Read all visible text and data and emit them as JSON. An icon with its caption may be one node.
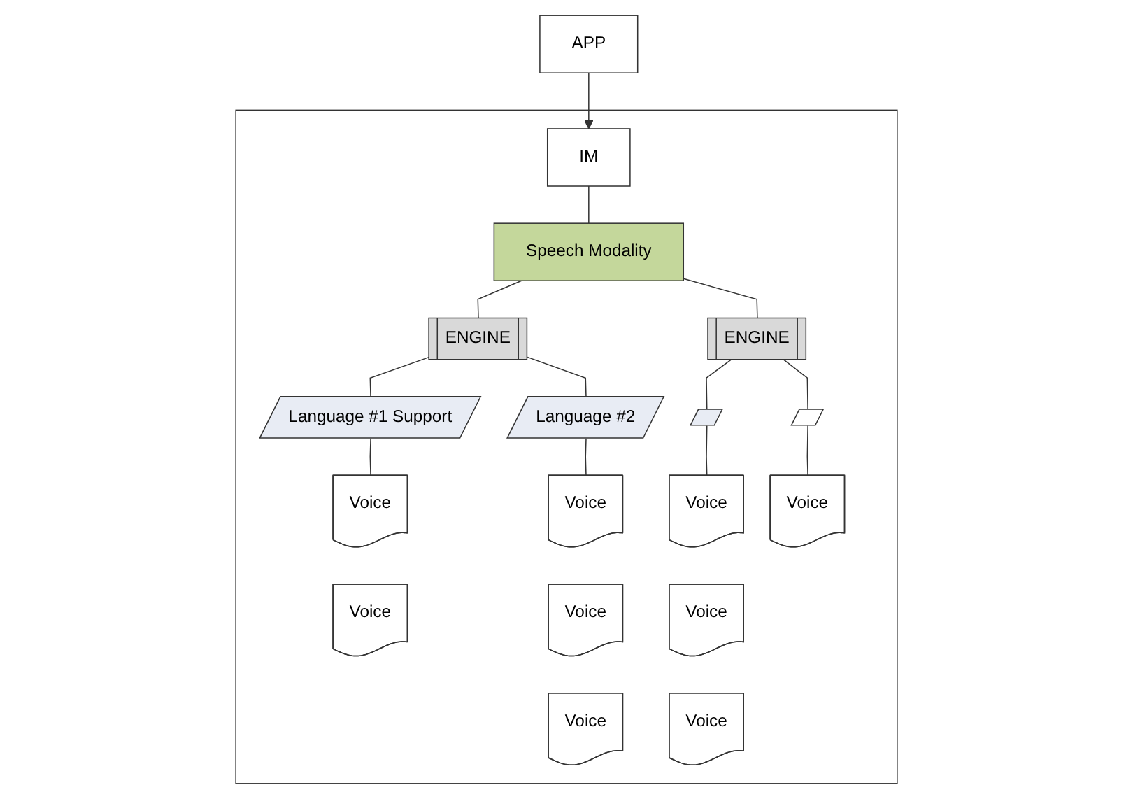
{
  "diagram": {
    "nodes": [
      {
        "text": [
          "APP"
        ]
      },
      {
        "text": [],
        "shape": "box"
      },
      {
        "text": [
          "IM"
        ],
        "in": 1
      },
      {
        "text": [
          "Speech Modality"
        ],
        "in": 1
      },
      {
        "text": [
          "ENGINE"
        ],
        "in": 1
      },
      {
        "text": [
          "ENGINE"
        ],
        "in": 1
      },
      {
        "text": [
          "Language #1 Support"
        ],
        "in": 1
      },
      {
        "text": [
          "Language #2"
        ],
        "in": 1
      },
      {
        "text": [],
        "shape": "parallelogram",
        "in": 1
      },
      {
        "text": [],
        "shape": "parallelogram",
        "in": 1
      },
      {
        "text": [
          "Voice"
        ],
        "in": 1
      },
      {
        "text": [
          "Voice"
        ],
        "in": 1
      },
      {
        "text": [
          "Voice"
        ],
        "in": 1
      },
      {
        "text": [
          "Voice"
        ],
        "in": 1
      },
      {
        "text": [
          "Voice"
        ],
        "in": 1
      },
      {
        "text": [
          "Voice"
        ],
        "in": 1
      },
      {
        "text": [
          "Voice"
        ],
        "in": 1
      },
      {
        "text": [
          "Voice"
        ],
        "in": 1
      },
      {
        "text": [
          "Voice"
        ],
        "in": 1
      }
    ],
    "edges": [
      {
        "from": 0,
        "to": 2,
        "arrow": "to"
      },
      {
        "from": 2,
        "to": 3,
        "arrow": "none"
      },
      {
        "from": 3,
        "to": 4,
        "arrow": "none"
      },
      {
        "from": 3,
        "to": 5,
        "arrow": "none"
      },
      {
        "from": 4,
        "to": 6,
        "arrow": "none"
      },
      {
        "from": 4,
        "to": 7,
        "arrow": "none"
      },
      {
        "from": 5,
        "to": 8,
        "arrow": "none"
      },
      {
        "from": 5,
        "to": 9,
        "arrow": "none"
      },
      {
        "from": 6,
        "to": 10,
        "arrow": "none"
      },
      {
        "from": 7,
        "to": 12,
        "arrow": "none"
      },
      {
        "from": 8,
        "to": 15,
        "arrow": "none"
      },
      {
        "from": 9,
        "to": 18,
        "arrow": "none"
      }
    ]
  }
}
